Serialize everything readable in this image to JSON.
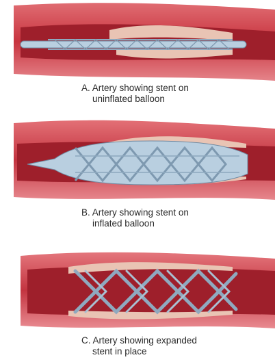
{
  "panels": [
    {
      "id": "A",
      "caption_line1": "A. Artery showing stent on",
      "caption_line2": "uninflated balloon"
    },
    {
      "id": "B",
      "caption_line1": "B. Artery showing stent on",
      "caption_line2": "inflated balloon"
    },
    {
      "id": "C",
      "caption_line1": "C. Artery showing expanded",
      "caption_line2": "stent in place"
    }
  ],
  "colors": {
    "artery_wall": "#c8343f",
    "artery_lumen": "#9e1f2b",
    "plaque": "#e9c4b4",
    "balloon": "#b9cfe0",
    "stent": "#8fa9bf"
  }
}
